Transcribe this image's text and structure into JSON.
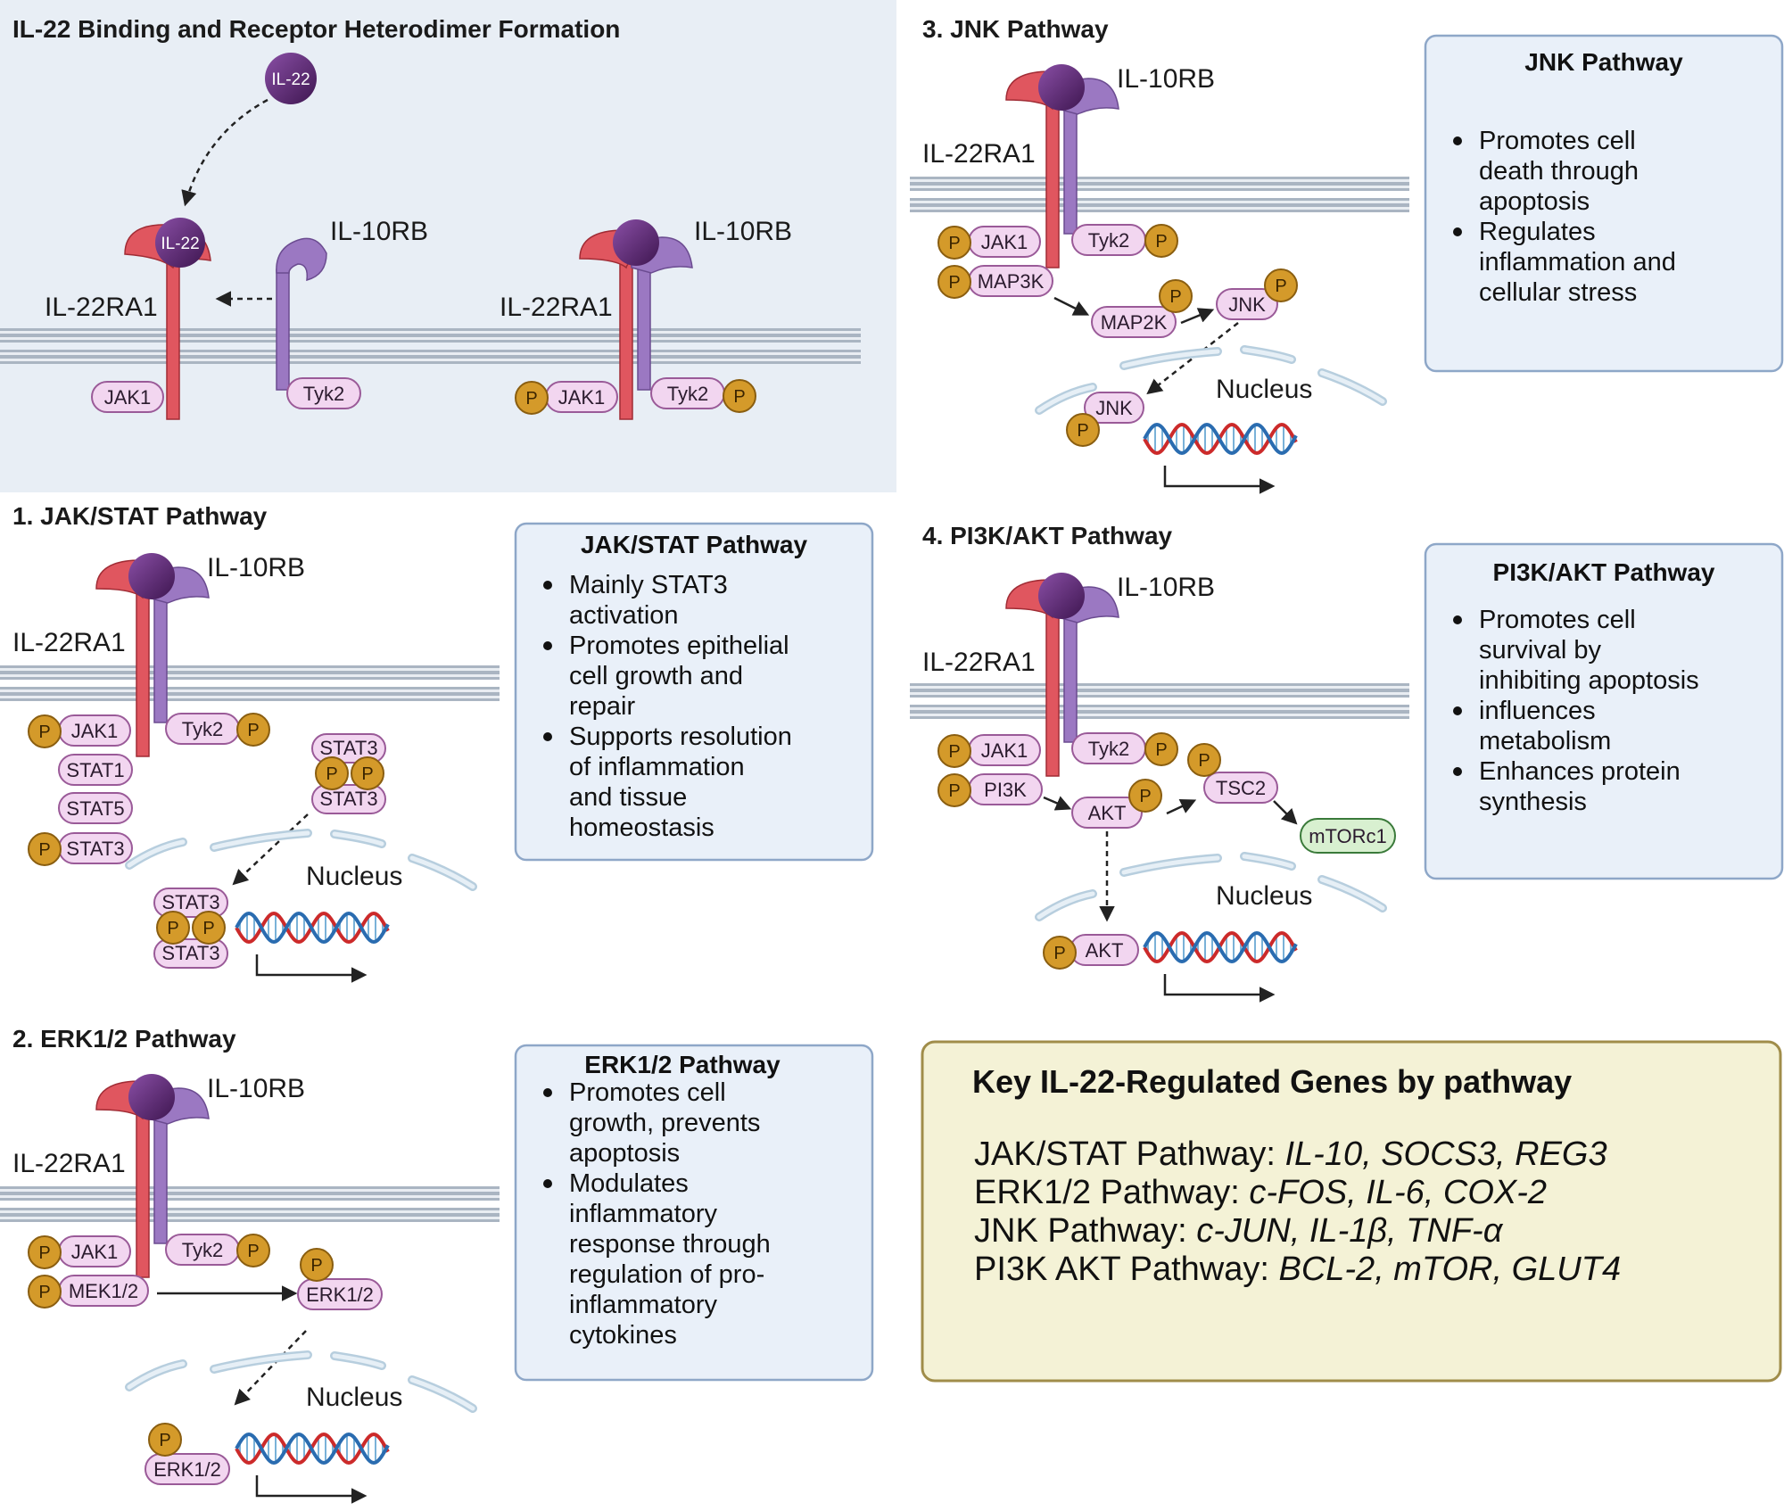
{
  "panel0": {
    "title": "IL-22 Binding and Receptor Heterodimer Formation",
    "ligand": "IL-22",
    "ligand_bound": "IL-22",
    "il10rb": "IL-10RB",
    "il22ra1": "IL-22RA1",
    "jak1": "JAK1",
    "tyk2": "Tyk2",
    "p": "P"
  },
  "panel1": {
    "title": "1. JAK/STAT Pathway",
    "il10rb": "IL-10RB",
    "il22ra1": "IL-22RA1",
    "jak1": "JAK1",
    "tyk2": "Tyk2",
    "stat1": "STAT1",
    "stat5": "STAT5",
    "stat3": "STAT3",
    "nucleus": "Nucleus",
    "p": "P"
  },
  "panel2": {
    "title": "2. ERK1/2 Pathway",
    "il10rb": "IL-10RB",
    "il22ra1": "IL-22RA1",
    "jak1": "JAK1",
    "tyk2": "Tyk2",
    "mek": "MEK1/2",
    "erk": "ERK1/2",
    "nucleus": "Nucleus",
    "p": "P"
  },
  "panel3": {
    "title": "3. JNK Pathway",
    "il10rb": "IL-10RB",
    "il22ra1": "IL-22RA1",
    "jak1": "JAK1",
    "tyk2": "Tyk2",
    "map3k": "MAP3K",
    "map2k": "MAP2K",
    "jnk": "JNK",
    "nucleus": "Nucleus",
    "p": "P"
  },
  "panel4": {
    "title": "4. PI3K/AKT Pathway",
    "il10rb": "IL-10RB",
    "il22ra1": "IL-22RA1",
    "jak1": "JAK1",
    "tyk2": "Tyk2",
    "pi3k": "PI3K",
    "akt": "AKT",
    "tsc2": "TSC2",
    "mtorc1": "mTORc1",
    "nucleus": "Nucleus",
    "p": "P"
  },
  "boxes": {
    "jakstat": {
      "title": "JAK/STAT Pathway",
      "items": [
        [
          "Mainly STAT3",
          "activation"
        ],
        [
          "Promotes epithelial",
          "cell growth and",
          "repair"
        ],
        [
          "Supports resolution",
          "of inflammation",
          "and tissue",
          "homeostasis"
        ]
      ]
    },
    "erk": {
      "title": "ERK1/2 Pathway",
      "items": [
        [
          "Promotes cell",
          "growth, prevents",
          "apoptosis"
        ],
        [
          "Modulates",
          "inflammatory",
          "response through",
          "regulation of pro-",
          "inflammatory",
          "cytokines"
        ]
      ]
    },
    "jnk": {
      "title": "JNK Pathway",
      "items": [
        [
          "Promotes cell",
          "death through",
          "apoptosis"
        ],
        [
          "Regulates",
          "inflammation and",
          "cellular stress"
        ]
      ]
    },
    "pi3k": {
      "title": "PI3K/AKT Pathway",
      "items": [
        [
          "Promotes cell",
          "survival by",
          "inhibiting apoptosis"
        ],
        [
          "influences",
          "metabolism"
        ],
        [
          "Enhances protein",
          "synthesis"
        ]
      ]
    }
  },
  "key": {
    "title": "Key IL-22-Regulated Genes by pathway",
    "rows": [
      {
        "label": "JAK/STAT Pathway: ",
        "genes": "IL-10, SOCS3, REG3"
      },
      {
        "label": "ERK1/2 Pathway: ",
        "genes": "c-FOS, IL-6, COX-2"
      },
      {
        "label": "JNK Pathway: ",
        "genes": "c-JUN, IL-1β, TNF-α"
      },
      {
        "label": "PI3K AKT Pathway: ",
        "genes": "BCL-2, mTOR, GLUT4"
      }
    ]
  },
  "colors": {
    "panel_bg": "#e8eef5",
    "box_fill": "#e9f0f9",
    "box_stroke": "#8ea7c8",
    "key_fill": "#f4f2d6",
    "key_stroke": "#a08d4a",
    "il22ra1": "#e0565f",
    "il10rb": "#9b78c2",
    "ligand": "#5c2a72",
    "pill_fill": "#f2d6f0",
    "pill_stroke": "#9a5a98",
    "phospho": "#d49a2a",
    "mtor_fill": "#d8f0d0",
    "dna_red": "#cc2a2a",
    "dna_blue": "#2a6cb0"
  },
  "icons": [
    "il22-ligand-icon",
    "receptor-icon",
    "membrane-icon",
    "nuclear-envelope-icon",
    "dna-icon",
    "transcription-arrow-icon",
    "phosphate-icon"
  ]
}
